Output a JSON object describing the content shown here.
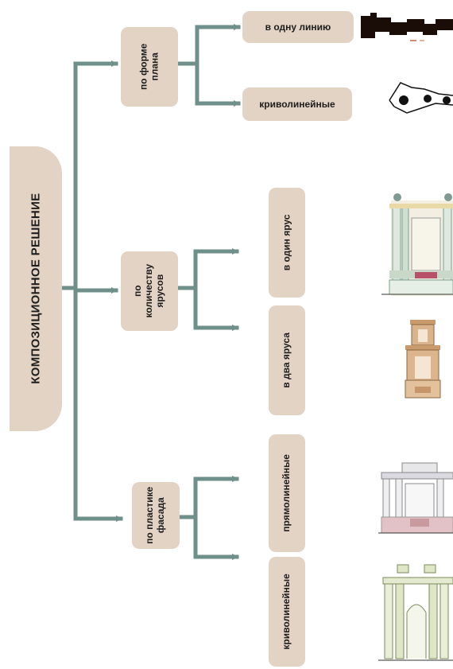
{
  "root": {
    "label": "КОМПОЗИЦИОННОЕ РЕШЕНИЕ"
  },
  "categories": [
    {
      "lines": [
        "по форме",
        "плана"
      ],
      "options": [
        "в одну линию",
        "криволинейные"
      ]
    },
    {
      "lines": [
        "по",
        "количеству",
        "ярусов"
      ],
      "options": [
        "в один ярус",
        "в два яруса"
      ]
    },
    {
      "lines": [
        "по пластике",
        "фасада"
      ],
      "options": [
        "прямолинейные",
        "криволинейные"
      ]
    }
  ],
  "colors": {
    "box": "#e3d3c4",
    "connector": "#6f8f8a",
    "text": "#1d1d1d"
  }
}
